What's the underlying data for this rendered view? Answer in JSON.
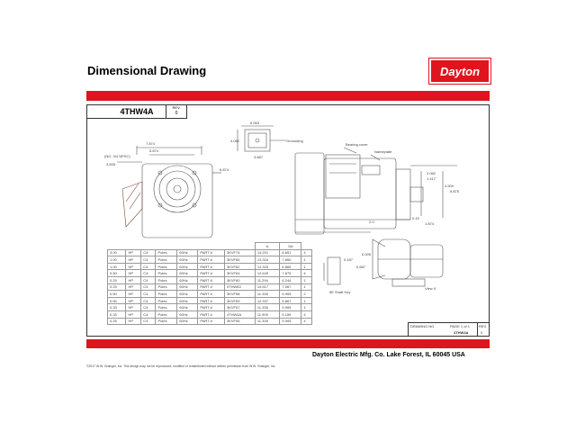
{
  "header": {
    "title": "Dimensional Drawing",
    "logo_text": "Dayton",
    "accent_color": "#e0141e"
  },
  "titleblock": {
    "part_number": "4THW4A",
    "rev_label": "REV.",
    "rev_value": "0"
  },
  "drawing": {
    "callouts": {
      "grounding": "Grounding",
      "bearing_cover": "Bearing cover",
      "nameplate": "Nameplate",
      "conduit": "(NO. 3/4 NPSC)",
      "view_x": "View X",
      "shaft_key": "5E Shaft Key"
    },
    "dims": [
      "7.874",
      "5.874",
      "3.835",
      "6.874",
      "6.063",
      "4.062",
      "3.687",
      "2.062",
      "1.417",
      "4.500",
      "5.875",
      "2.0",
      "0.19",
      "1.874",
      "0.187",
      "0.687",
      "0.005"
    ],
    "table": {
      "col_a": "A",
      "col_b": "SA",
      "rows": [
        [
          "3.00",
          "HP",
          "C4",
          "Poles",
          "60Hz",
          "PART #",
          "3KVF74",
          "14.201",
          "8.651",
          "4"
        ],
        [
          "1.00",
          "HP",
          "C4",
          "Poles",
          "60Hz",
          "PART #",
          "3KVF65",
          "13.316",
          "7.860",
          "1"
        ],
        [
          "1.00",
          "HP",
          "C4",
          "Poles",
          "60Hz",
          "PART #",
          "3KVF62",
          "12.325",
          "6.865",
          "1"
        ],
        [
          "0.50",
          "HP",
          "C4",
          "Poles",
          "60Hz",
          "PART #",
          "3KVF64",
          "12.649",
          "7.879",
          "4"
        ],
        [
          "0.25",
          "HP",
          "C4",
          "Poles",
          "60Hz",
          "PART #",
          "3KVF60",
          "11.294",
          "6.244",
          "1"
        ],
        [
          "0.25",
          "HP",
          "C4",
          "Poles",
          "60Hz",
          "PART #",
          "4THW83",
          "10.517",
          "7.067",
          "1"
        ],
        [
          "0.50",
          "HP",
          "C4",
          "Poles",
          "60Hz",
          "PART #",
          "3KVF58",
          "11.335",
          "5.905",
          "2"
        ],
        [
          "0.50",
          "HP",
          "C4",
          "Poles",
          "60Hz",
          "PART #",
          "3KVF59",
          "12.337",
          "6.867",
          "1"
        ],
        [
          "0.33",
          "HP",
          "C4",
          "Poles",
          "60Hz",
          "PART #",
          "3KVF57",
          "11.335",
          "5.905",
          "1"
        ],
        [
          "0.33",
          "HP",
          "C4",
          "Poles",
          "60Hz",
          "PART #",
          "4THW4A",
          "11.909",
          "6.159",
          "4"
        ],
        [
          "0.25",
          "HP",
          "C4",
          "Poles",
          "60Hz",
          "PART #",
          "3KVF55",
          "11.335",
          "5.905",
          "4"
        ]
      ]
    }
  },
  "drawbox": {
    "drawing_no_label": "DRAWING NO.",
    "page_label": "PAGE 1 of 1",
    "rev_label": "REV.",
    "drawing_no": "4THW4A",
    "rev": "0"
  },
  "footer": {
    "company": "Dayton Electric Mfg. Co.  Lake Forest, IL  60045  USA",
    "copyright": "©2017 W.W. Grainger, Inc.  This design may not be reproduced, modified or redistributed without written permission from W.W. Grainger, Inc."
  }
}
